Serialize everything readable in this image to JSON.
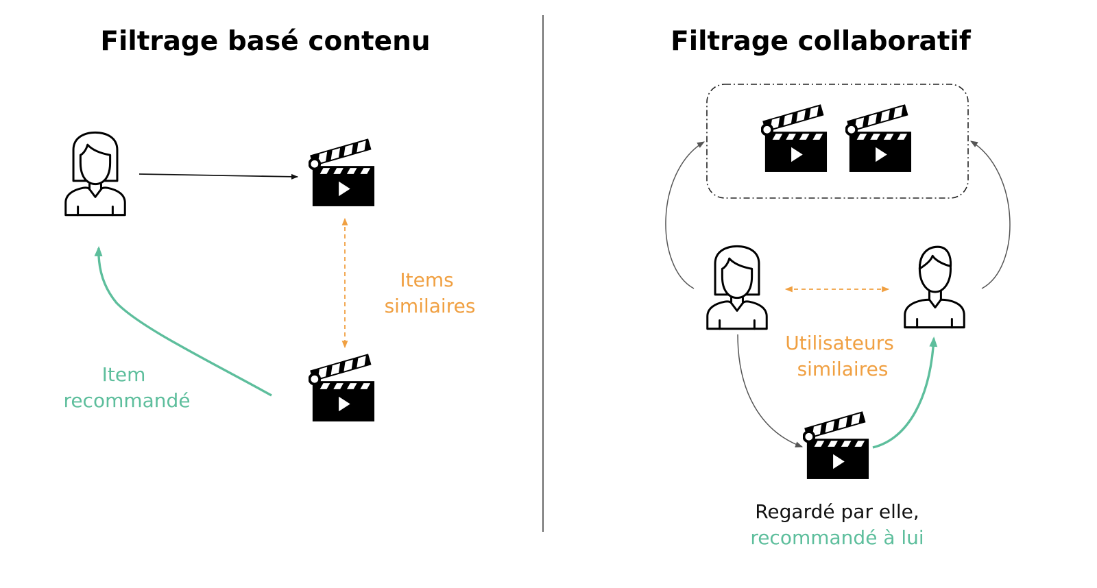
{
  "left_panel": {
    "title": "Filtrage basé contenu",
    "similar_items_label": [
      "Items",
      "similaires"
    ],
    "recommended_item_label": [
      "Item",
      "recommandé"
    ]
  },
  "right_panel": {
    "title": "Filtrage collaboratif",
    "similar_users_label": [
      "Utilisateurs",
      "similaires"
    ],
    "caption_watched": "Regardé par elle,",
    "caption_recommended": "recommandé à lui"
  },
  "colors": {
    "similarity": "#F0A042",
    "recommendation": "#5DBE9C",
    "relation": "#555555",
    "text": "#000000"
  },
  "icons": {
    "user_female": "woman-user-icon",
    "user_male": "man-user-icon",
    "movie": "clapperboard-icon"
  }
}
